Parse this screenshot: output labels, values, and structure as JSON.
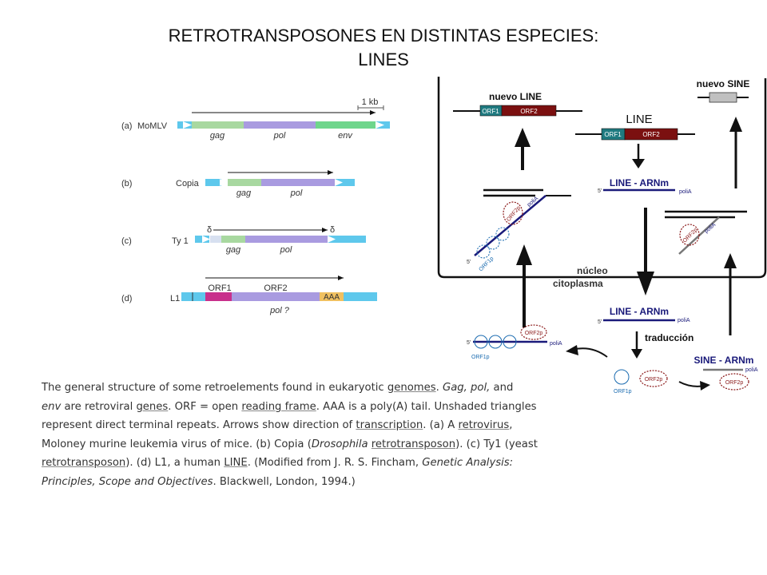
{
  "title": {
    "line1": "RETROTRANSPOSONES EN DISTINTAS ESPECIES:",
    "line2": "LINES"
  },
  "left_diagram": {
    "scale_label": "1 kb",
    "rows": [
      {
        "letter": "(a)",
        "name": "MoMLV",
        "genes": [
          "gag",
          "pol",
          "env"
        ]
      },
      {
        "letter": "(b)",
        "name": "Copia",
        "genes": [
          "gag",
          "pol"
        ]
      },
      {
        "letter": "(c)",
        "name": "Ty 1",
        "genes": [
          "gag",
          "pol"
        ],
        "ends": [
          "δ",
          "δ"
        ]
      },
      {
        "letter": "(d)",
        "name": "L1",
        "genes": [
          "ORF1",
          "ORF2",
          "AAA",
          "pol ?"
        ]
      }
    ],
    "colors": {
      "ltr": "#5ec8ec",
      "gag": "#a8d8a0",
      "pol": "#a99be0",
      "env": "#6fd68c",
      "orf1": "#c8308c",
      "aaa": "#f0c060"
    }
  },
  "caption": {
    "s1": "The general structure of some retroelements found in eukaryotic ",
    "genomes": "genomes",
    "s2": ". ",
    "gagpol": "Gag, pol,",
    "s3": " and",
    "env": "env",
    "s4": " are retroviral ",
    "genes": "genes",
    "s5": ". ORF = open ",
    "rf": "reading frame",
    "s6": ". AAA is a poly(A) tail. Unshaded triangles represent direct terminal repeats. Arrows show direction of ",
    "transcription": "transcription",
    "s7": ". (a) A ",
    "retrovirus": "retrovirus",
    "s8": ", Moloney murine leukemia virus of mice. (b) Copia (",
    "dros": "Drosophila",
    "s9": " ",
    "rt1": "retrotransposon",
    "s10": "). (c) Ty1 (yeast ",
    "rt2": "retrotransposon",
    "s11": "). (d) L1, a human ",
    "line": "LINE",
    "s12": ". (Modified from J. R. S. Fincham, ",
    "book": "Genetic Analysis: Principles, Scope and Objectives",
    "s13": ". Blackwell, London, 1994.)"
  },
  "right_diagram": {
    "nuevo_line": "nuevo LINE",
    "nuevo_sine": "nuevo SINE",
    "line": "LINE",
    "orf1": "ORF1",
    "orf2": "ORF2",
    "line_arnm": "LINE - ARNm",
    "sine_arnm": "SINE - ARNm",
    "five_prime": "5'",
    "polia": "poliA",
    "nucleo": "núcleo",
    "citoplasma": "citoplasma",
    "traduccion": "traducción",
    "orf1p": "ORF1p",
    "orf2p": "ORF2p",
    "colors": {
      "orf1": "#1f7a80",
      "orf2": "#7b1010",
      "mrna": "#1a1a7a",
      "orf1p": "#1a6bb0",
      "orf2p": "#8b1a1a"
    }
  }
}
